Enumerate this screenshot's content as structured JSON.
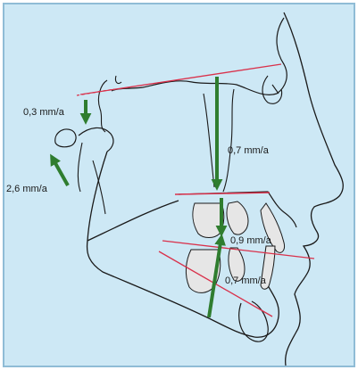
{
  "labels": {
    "condyle_growth": "0,3 mm/a",
    "ramus_growth": "2,6 mm/a",
    "maxilla_descent": "0,7 mm/a",
    "occlusal_change": "0,9 mm/a",
    "mandible_alveolar": "0,7 mm/a"
  },
  "colors": {
    "background": "#cde8f5",
    "frame": "#8fbcd6",
    "outline": "#1a1a1a",
    "reference_lines": "#d9314b",
    "arrows": "#2f7d2f",
    "teeth_fill": "#e6e6e6"
  }
}
